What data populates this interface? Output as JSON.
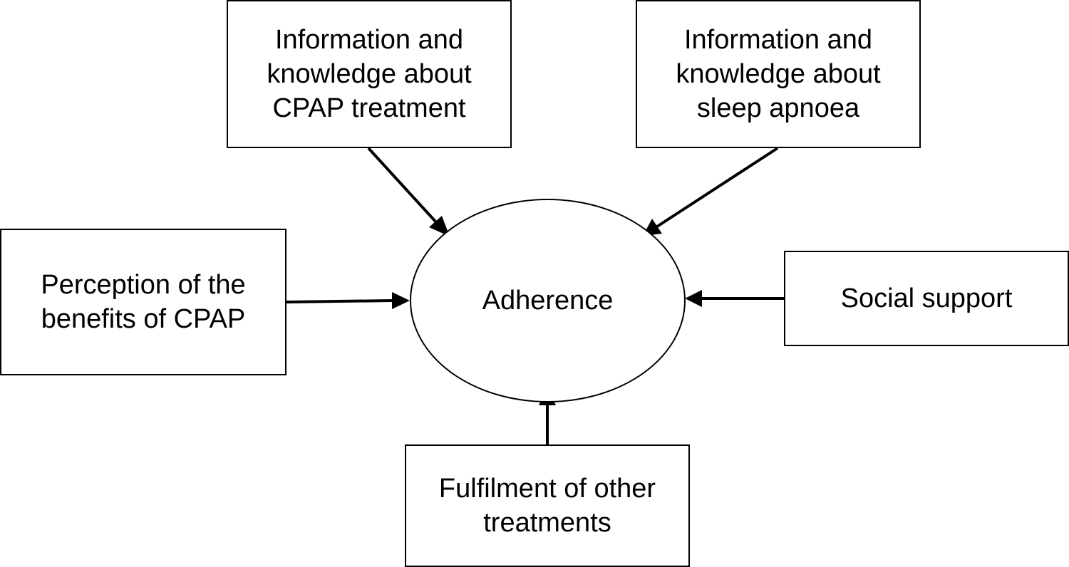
{
  "diagram": {
    "center_node": {
      "label": "Adherence"
    },
    "factors": [
      {
        "id": "cpap-info",
        "label": "Information and knowledge about CPAP treatment"
      },
      {
        "id": "apnoea-info",
        "label": "Information and knowledge about sleep apnoea"
      },
      {
        "id": "benefits",
        "label": "Perception of the benefits of CPAP"
      },
      {
        "id": "social",
        "label": "Social support"
      },
      {
        "id": "treatments",
        "label": "Fulfilment of other treatments"
      }
    ],
    "edges": [
      {
        "from": "cpap-info",
        "to": "adherence"
      },
      {
        "from": "apnoea-info",
        "to": "adherence"
      },
      {
        "from": "benefits",
        "to": "adherence"
      },
      {
        "from": "social",
        "to": "adherence"
      },
      {
        "from": "treatments",
        "to": "adherence"
      }
    ],
    "colors": {
      "stroke": "#000000",
      "fill": "#ffffff",
      "text": "#000000"
    }
  }
}
